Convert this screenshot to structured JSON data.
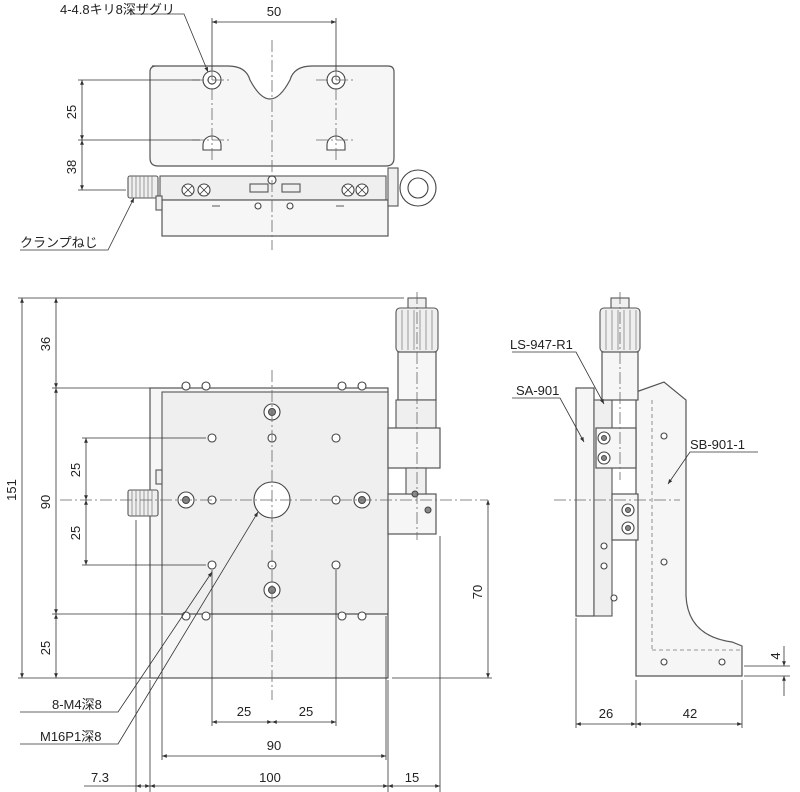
{
  "labels": {
    "counterbore_holes": "4-4.8キリ8深ザグリ",
    "clamp_screw": "クランプねじ",
    "tapped_m4": "8-M4深8",
    "tapped_m16": "M16P1深8",
    "micrometer": "LS-947-R1",
    "stage": "SA-901",
    "bracket": "SB-901-1"
  },
  "dims": {
    "top_50": "50",
    "top_25": "25",
    "top_38": "38",
    "front_36": "36",
    "front_151": "151",
    "front_90v": "90",
    "front_25a": "25",
    "front_25b": "25",
    "front_25c": "25",
    "front_70": "70",
    "bottom_25a": "25",
    "bottom_25b": "25",
    "bottom_90": "90",
    "bottom_7_3": "7.3",
    "bottom_100": "100",
    "bottom_15": "15",
    "side_26": "26",
    "side_42": "42",
    "side_4": "4"
  },
  "colors": {
    "line": "#333333",
    "fill": "#f6f6f6"
  }
}
